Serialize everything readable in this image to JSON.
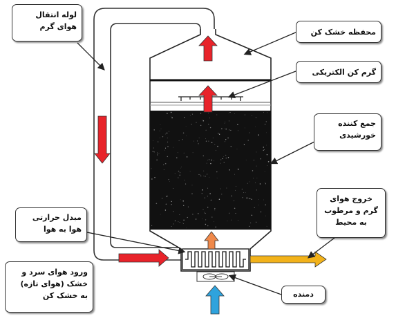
{
  "colors": {
    "hot_arrow": "#e8232a",
    "cold_arrow": "#2fa3dd",
    "exhaust_arrow": "#f2b21a",
    "warm_arrow": "#f0894a",
    "collector_fill": "#111111",
    "line": "#222222"
  },
  "labels": {
    "hot_air_pipe": [
      "لوله انتقال",
      "هوای گرم"
    ],
    "dryer_chamber": [
      "محفظه خشک کن"
    ],
    "electric_heater": [
      "گرم کن الکتریکی"
    ],
    "solar_collector": [
      "جمع کننده",
      "خورشیدی"
    ],
    "exhaust": [
      "خروج هوای",
      "گرم و مرطوب",
      "به محیط"
    ],
    "heat_exchanger": [
      "مبدل حرارتی",
      "هوا به هوا"
    ],
    "inlet": [
      "ورود هوای سرد و",
      "خشک (هوای تازه)",
      "به خشک کن"
    ],
    "blower": [
      "دمنده"
    ]
  }
}
